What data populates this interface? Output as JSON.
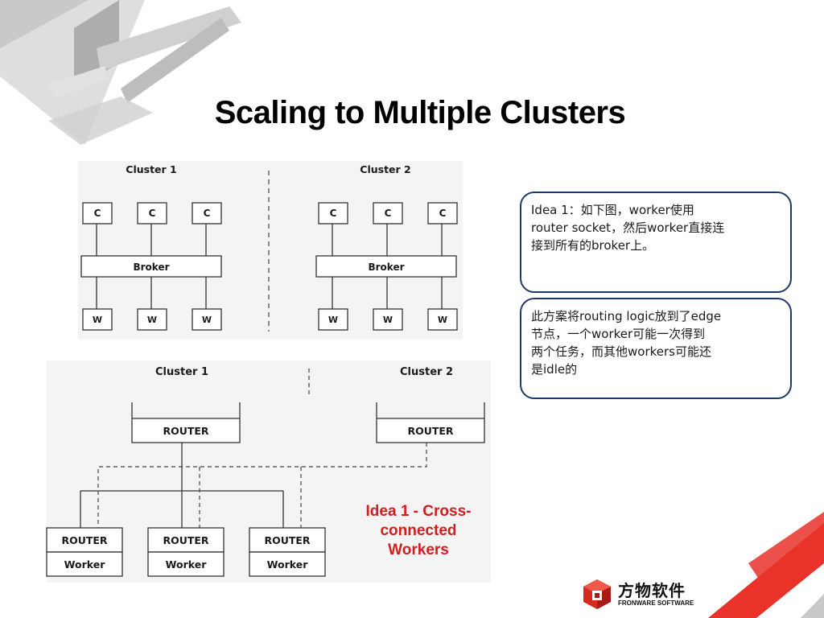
{
  "slide": {
    "title": "Scaling to Multiple Clusters"
  },
  "top_diagram": {
    "cluster1_label": "Cluster 1",
    "cluster2_label": "Cluster 2",
    "client_label": "C",
    "broker_label": "Broker",
    "worker_label": "W"
  },
  "bottom_diagram": {
    "cluster1_label": "Cluster 1",
    "cluster2_label": "Cluster 2",
    "router_label": "ROUTER",
    "worker_label": "Worker",
    "idea_lines": [
      "Idea 1 - Cross-",
      "connected",
      "Workers"
    ]
  },
  "callouts": {
    "idea1_lines": [
      "Idea 1：如下图，worker使用",
      "router socket，然后worker直接连",
      "接到所有的broker上。"
    ],
    "note_lines": [
      "此方案将routing logic放到了edge",
      "节点，一个worker可能一次得到",
      "两个任务，而其他workers可能还",
      "是idle的"
    ]
  },
  "logo": {
    "name": "方物软件",
    "subtitle": "FRONWARE SOFTWARE"
  },
  "colors": {
    "accent_red": "#e8322a",
    "callout_border": "#1f3864",
    "idea_text": "#d11f1f",
    "deco_gray": "#b7b7b7"
  }
}
